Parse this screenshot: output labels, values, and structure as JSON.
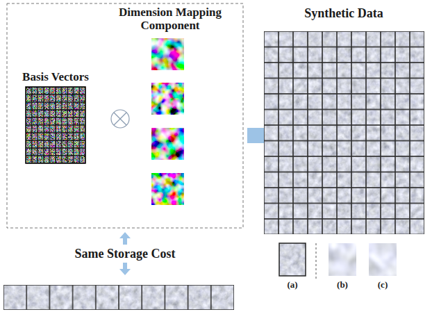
{
  "diagram": {
    "nodes": [
      {
        "text": [
          "Dimension Mapping Component"
        ]
      },
      {
        "text": [
          "Basis Vectors"
        ]
      },
      {
        "text": [
          "Synthetic Data"
        ]
      }
    ],
    "labels": [
      "Same Storage Cost",
      "(a)",
      "(b)",
      "(c)"
    ]
  }
}
